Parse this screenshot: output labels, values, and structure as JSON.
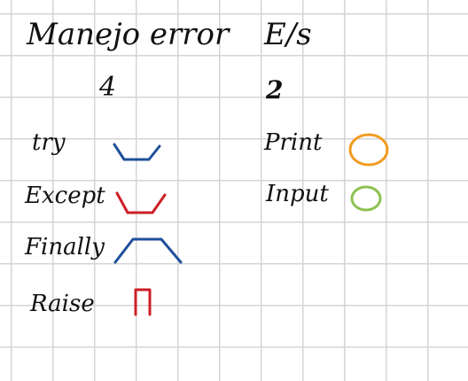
{
  "headings": {
    "left_title": "Manejo error",
    "right_title": "E/s",
    "left_count": "4",
    "right_count": "2"
  },
  "error_handling": [
    {
      "label": "try",
      "icon": "open-trapezoid-icon",
      "color": "#1f4f9a"
    },
    {
      "label": "Except",
      "icon": "open-trapezoid-icon",
      "color": "#cc1f26"
    },
    {
      "label": "Finally",
      "icon": "trapezoid-icon",
      "color": "#1f4f9a"
    },
    {
      "label": "Raise",
      "icon": "bracket-icon",
      "color": "#cc1f26"
    }
  ],
  "io": [
    {
      "label": "Print",
      "icon": "oval-icon",
      "color": "#f39a1f"
    },
    {
      "label": "Input",
      "icon": "oval-icon",
      "color": "#8cc152"
    }
  ],
  "grid_color": "#d4d4d4"
}
